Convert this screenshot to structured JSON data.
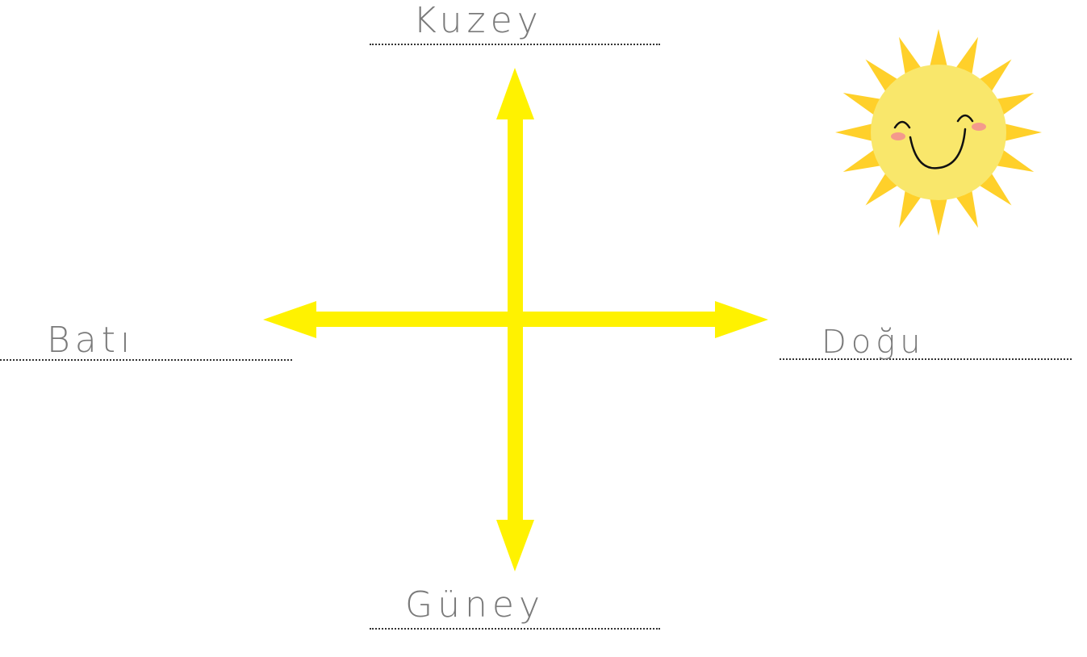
{
  "directions": {
    "north": "Kuzey",
    "south": "Güney",
    "west": "Batı",
    "east": "Doğu"
  },
  "colors": {
    "arrow": "#FFF200",
    "sun_rays": "#FFD02A",
    "sun_face": "#F9E76B",
    "cheeks": "#F49A8C",
    "label_ink": "#7A7A7A",
    "dotted_line": "#333333"
  },
  "icons": {
    "compass": "four-direction-arrow",
    "sun": "smiling-sun-icon"
  }
}
